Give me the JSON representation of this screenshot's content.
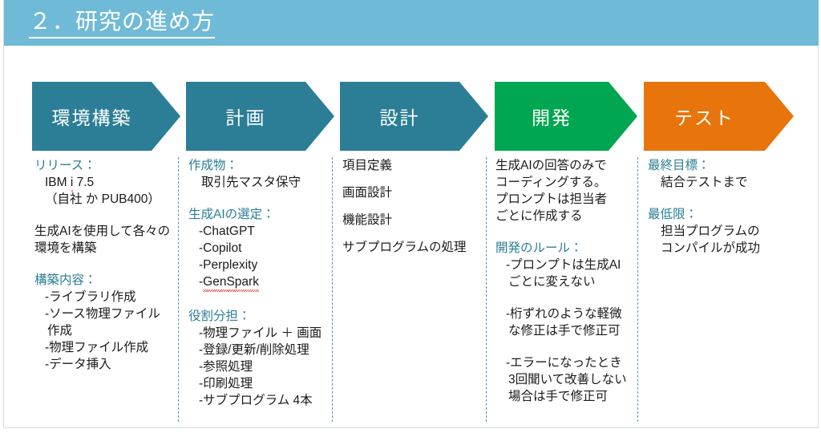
{
  "header": {
    "title": "２．研究の進め方",
    "band_color": "#6FBAD6",
    "title_color": "#FFFFFF"
  },
  "colors": {
    "teal": "#2B7E95",
    "green": "#00A651",
    "orange": "#E8740C",
    "heading_text": "#2B7E95",
    "body_text": "#1B1B1B",
    "divider": "#5E93AD"
  },
  "phases": [
    {
      "label": "環境構築",
      "color": "#2B7E95"
    },
    {
      "label": "計画",
      "color": "#2B7E95"
    },
    {
      "label": "設計",
      "color": "#2B7E95"
    },
    {
      "label": "開発",
      "color": "#00A651"
    },
    {
      "label": "テスト",
      "color": "#E8740C"
    }
  ],
  "columns": {
    "environment": {
      "release_header": "リリース：",
      "release_line1_pre": "IBM ",
      "release_line1_i": "i",
      "release_line1_post": " 7.5",
      "release_line2": "（自社 か PUB400）",
      "note": "生成AIを使用して各々の環境を構築",
      "build_header": "構築内容：",
      "build_items": [
        "-ライブラリ作成",
        "-ソース物理ファイル",
        "作成",
        "-物理ファイル作成",
        "-データ挿入"
      ]
    },
    "plan": {
      "deliverable_header": "作成物：",
      "deliverable_item": "取引先マスタ保守",
      "ai_header": "生成AIの選定：",
      "ai_items": [
        "-ChatGPT",
        "-Copilot",
        "-Perplexity"
      ],
      "ai_item_last_dash": "-",
      "ai_item_last": "GenSpark",
      "roles_header": "役割分担：",
      "roles_items": [
        "-物理ファイル ＋ 画面",
        "-登録/更新/削除処理",
        "-参照処理",
        "-印刷処理",
        "-サブプログラム 4本"
      ]
    },
    "design": {
      "items": [
        "項目定義",
        "画面設計",
        "機能設計",
        "サブプログラムの処理"
      ]
    },
    "development": {
      "note_lines": [
        "生成AIの回答のみで",
        "コーディングする。",
        "プロンプトは担当者",
        "ごとに作成する"
      ],
      "rules_header": "開発のルール：",
      "rule1_lines": [
        "-プロンプトは生成AI",
        "ごとに変えない"
      ],
      "rule2_lines": [
        "-桁ずれのような軽微",
        "な修正は手で修正可"
      ],
      "rule3_lines": [
        "-エラーになったとき",
        "3回聞いて改善しない",
        "場合は手で修正可"
      ]
    },
    "test": {
      "final_goal_header": "最終目標：",
      "final_goal_item": "結合テストまで",
      "minimum_header": "最低限：",
      "minimum_lines": [
        "担当プログラムの",
        "コンパイルが成功"
      ]
    }
  }
}
